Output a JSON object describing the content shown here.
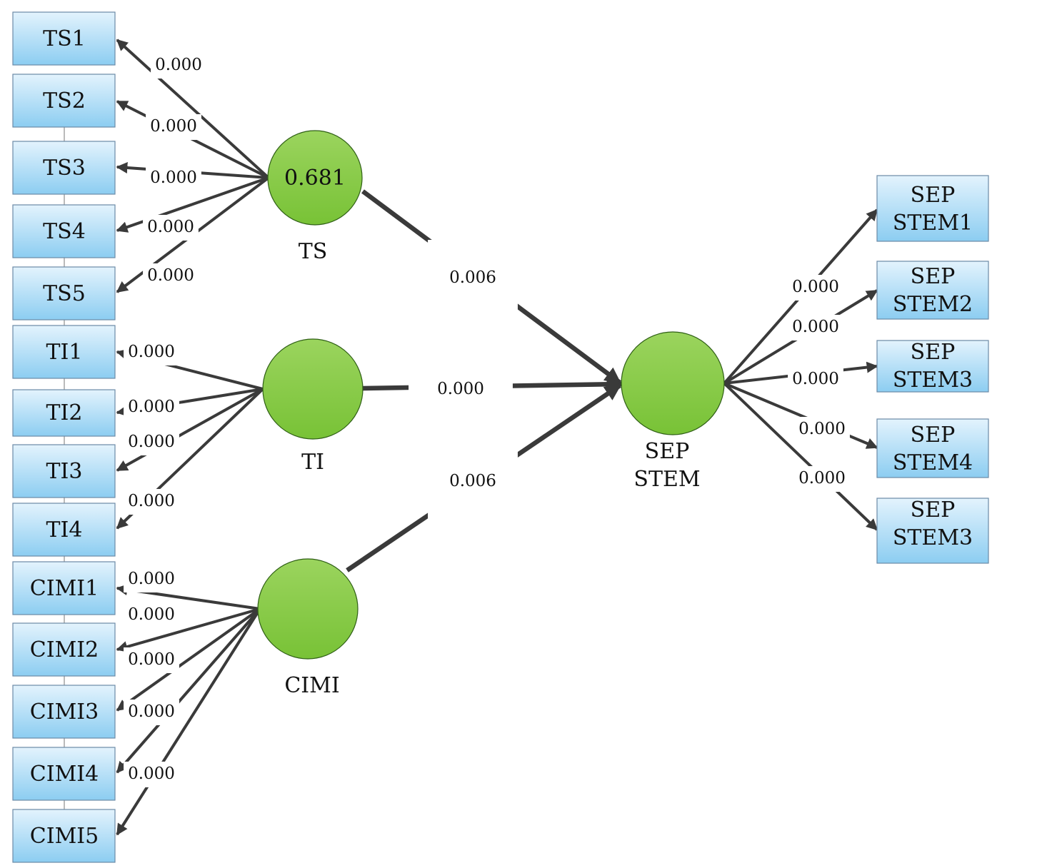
{
  "latents": {
    "ts": {
      "name": "TS",
      "r2": "0.681"
    },
    "ti": {
      "name": "TI",
      "r2": ""
    },
    "cimi": {
      "name": "CIMI",
      "r2": ""
    },
    "sep": {
      "name_line1": "SEP",
      "name_line2": "STEM",
      "r2": ""
    }
  },
  "indicators": {
    "ts": [
      "TS1",
      "TS2",
      "TS3",
      "TS4",
      "TS5"
    ],
    "ti": [
      "TI1",
      "TI2",
      "TI3",
      "TI4"
    ],
    "cimi": [
      "CIMI1",
      "CIMI2",
      "CIMI3",
      "CIMI4",
      "CIMI5"
    ],
    "sep": [
      {
        "line1": "SEP",
        "line2": "STEM1"
      },
      {
        "line1": "SEP",
        "line2": "STEM2"
      },
      {
        "line1": "SEP",
        "line2": "STEM3"
      },
      {
        "line1": "SEP",
        "line2": "STEM4"
      },
      {
        "line1": "SEP",
        "line2": "STEM3"
      }
    ]
  },
  "loadings": {
    "ts": [
      "0.000",
      "0.000",
      "0.000",
      "0.000",
      "0.000"
    ],
    "ti": [
      "0.000",
      "0.000",
      "0.000",
      "0.000"
    ],
    "cimi": [
      "0.000",
      "0.000",
      "0.000",
      "0.000",
      "0.000"
    ],
    "sep": [
      "0.000",
      "0.000",
      "0.000",
      "0.000",
      "0.000"
    ]
  },
  "paths": {
    "ts_to_sep": "0.006",
    "ti_to_sep": "0.000",
    "cimi_to_sep": "0.006"
  },
  "colors": {
    "indicator_top": "#dff1fd",
    "indicator_bottom": "#8ccdf1",
    "latent_light": "#99d25a",
    "latent_dark": "#7cc33a",
    "line": "#3a3a3a"
  }
}
